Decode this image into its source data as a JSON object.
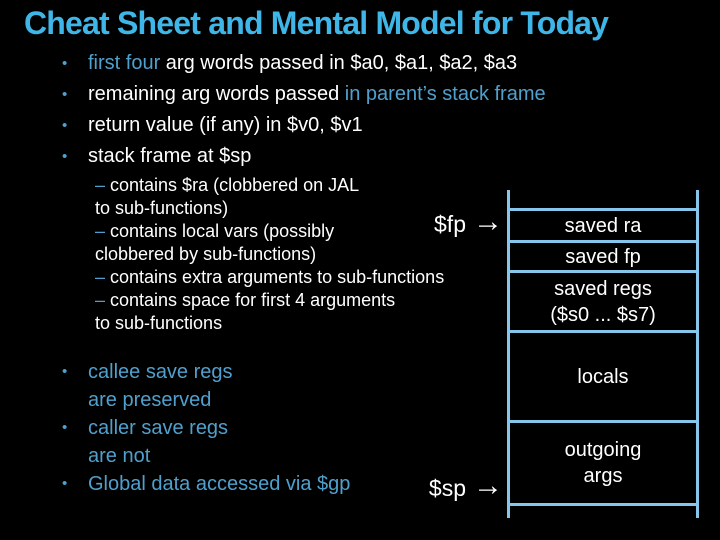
{
  "title": "Cheat Sheet and Mental Model for Today",
  "colors": {
    "title": "#3fb6e8",
    "accent_blue": "#4fa0cd",
    "diagram_line": "#85c6ea",
    "background": "#000000",
    "text": "#ffffff"
  },
  "main_bullets": [
    {
      "segments": [
        {
          "t": "first four",
          "c": "b"
        },
        {
          "t": " arg words passed in $a0, $a1, $a2, $a3",
          "c": "w"
        }
      ]
    },
    {
      "segments": [
        {
          "t": "remaining arg words passed ",
          "c": "w"
        },
        {
          "t": "in parent’s stack frame",
          "c": "b"
        }
      ]
    },
    {
      "segments": [
        {
          "t": "return value (if any) in $v0, $v1",
          "c": "w"
        }
      ]
    },
    {
      "segments": [
        {
          "t": "stack frame at $sp",
          "c": "w"
        }
      ]
    }
  ],
  "sub_bullets": [
    {
      "segments": [
        {
          "t": "– ",
          "c": "b"
        },
        {
          "t": "contains $ra (clobbered on JAL",
          "c": "w"
        }
      ]
    },
    {
      "segments": [
        {
          "t": "to sub-functions)",
          "c": "w"
        }
      ]
    },
    {
      "segments": [
        {
          "t": "– ",
          "c": "b"
        },
        {
          "t": "contains local vars (possibly",
          "c": "w"
        }
      ]
    },
    {
      "segments": [
        {
          "t": "clobbered by sub-functions)",
          "c": "w"
        }
      ]
    },
    {
      "segments": [
        {
          "t": "– ",
          "c": "b"
        },
        {
          "t": "contains extra arguments to sub-functions",
          "c": "w"
        }
      ]
    },
    {
      "segments": [
        {
          "t": "– ",
          "c": "b"
        },
        {
          "t": "contains space for first 4 arguments",
          "c": "w"
        }
      ]
    },
    {
      "segments": [
        {
          "t": "to sub-functions",
          "c": "w"
        }
      ]
    }
  ],
  "bottom_bullets": [
    {
      "dot": true,
      "segments": [
        {
          "t": "callee save regs",
          "c": "b"
        }
      ]
    },
    {
      "dot": false,
      "segments": [
        {
          "t": "are preserved",
          "c": "b"
        }
      ]
    },
    {
      "dot": true,
      "segments": [
        {
          "t": "caller save regs",
          "c": "b"
        }
      ]
    },
    {
      "dot": false,
      "segments": [
        {
          "t": "are not",
          "c": "b"
        }
      ]
    },
    {
      "dot": true,
      "segments": [
        {
          "t": "Global data accessed via $gp",
          "c": "b"
        }
      ]
    }
  ],
  "diagram": {
    "fp_label": "$fp",
    "sp_label": "$sp",
    "arrow": "→",
    "bullet_glyph": "•",
    "cells": [
      {
        "lines": []
      },
      {
        "lines": [
          "saved ra"
        ]
      },
      {
        "lines": [
          "saved fp"
        ]
      },
      {
        "lines": [
          "saved regs",
          "($s0 ... $s7)"
        ]
      },
      {
        "lines": [
          "locals"
        ]
      },
      {
        "lines": [
          "outgoing",
          "args"
        ]
      },
      {
        "lines": []
      }
    ]
  }
}
